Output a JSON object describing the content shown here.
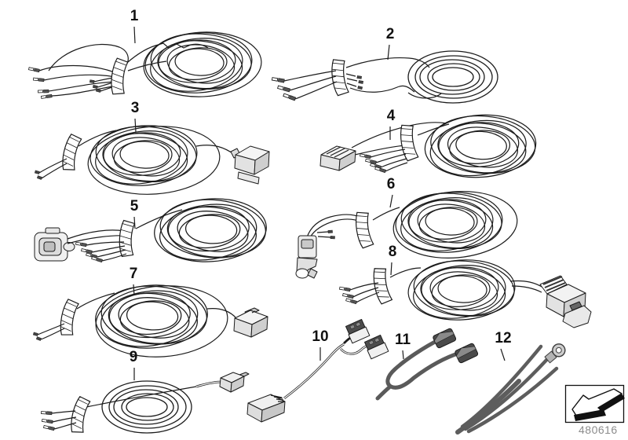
{
  "callouts": [
    {
      "label": "1"
    },
    {
      "label": "2"
    },
    {
      "label": "3"
    },
    {
      "label": "4"
    },
    {
      "label": "5"
    },
    {
      "label": "6"
    },
    {
      "label": "7"
    },
    {
      "label": "8"
    },
    {
      "label": "9"
    },
    {
      "label": "10"
    },
    {
      "label": "11"
    },
    {
      "label": "12"
    }
  ],
  "footer": {
    "diagram_id": "480616"
  },
  "icons": {
    "page_turn_arrow": "page-turn-arrow-icon"
  },
  "colors": {
    "line": "#1c1c1c",
    "dark_cable": "#5d5d5d",
    "connector_cap": "#4a4a4a",
    "id_text": "#8c8c8c",
    "background": "#ffffff"
  }
}
